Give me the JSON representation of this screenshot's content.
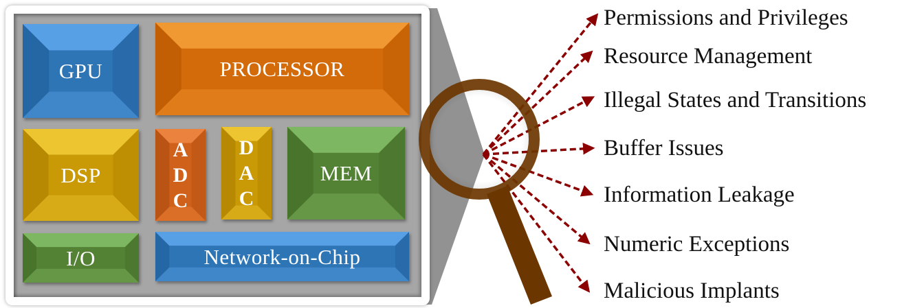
{
  "diagram": {
    "chip": {
      "blocks": [
        {
          "id": "gpu",
          "label": "GPU",
          "color": "#2e75b6",
          "light": "#5ea8ee",
          "dark": "#1f5a95"
        },
        {
          "id": "processor",
          "label": "PROCESSOR",
          "color": "#d46b0a",
          "light": "#f5a03a",
          "dark": "#b35500"
        },
        {
          "id": "dsp",
          "label": "DSP",
          "color": "#c99a06",
          "light": "#f2cc3a",
          "dark": "#a87c00"
        },
        {
          "id": "adc",
          "label": "ADC",
          "letters": [
            "A",
            "D",
            "C"
          ],
          "color": "#d0611a",
          "light": "#f08a45",
          "dark": "#a84a10"
        },
        {
          "id": "dac",
          "label": "DAC",
          "letters": [
            "D",
            "A",
            "C"
          ],
          "color": "#c99a06",
          "light": "#f2cc3a",
          "dark": "#a87c00"
        },
        {
          "id": "mem",
          "label": "MEM",
          "color": "#548235",
          "light": "#86c16a",
          "dark": "#3f6a24"
        },
        {
          "id": "io",
          "label": "I/O",
          "color": "#548235",
          "light": "#86c16a",
          "dark": "#3f6a24"
        },
        {
          "id": "noc",
          "label": "Network-on-Chip",
          "color": "#2e75b6",
          "light": "#5ea8ee",
          "dark": "#1f5a95"
        }
      ]
    },
    "magnifier": {
      "icon": "magnifying-glass-icon",
      "color": "#6b3600"
    },
    "arrow_color": "#8b0000",
    "vulnerabilities": [
      "Permissions and Privileges",
      "Resource Management",
      "Illegal States and Transitions",
      "Buffer Issues",
      "Information Leakage",
      "Numeric Exceptions",
      "Malicious Implants"
    ]
  }
}
